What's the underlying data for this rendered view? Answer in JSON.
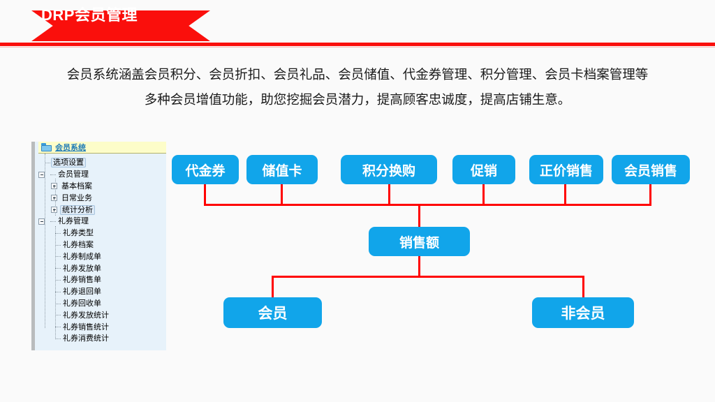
{
  "header": {
    "title": "DRP会员管理",
    "accent_color": "#fa0f0c"
  },
  "intro": {
    "paragraph": "会员系统涵盖会员积分、会员折扣、会员礼品、会员储值、代金券管理、积分管理、会员卡档案管理等多种会员增值功能，助您挖掘会员潜力，提高顾客忠诚度，提高店铺生意。"
  },
  "tree_panel": {
    "header_label": "会员系统",
    "header_icon": "folder-icon",
    "header_bg": "#fdfdc9",
    "body_bg": "#e7f2fa",
    "items": [
      {
        "label": "选项设置",
        "level": 1,
        "expander": "none",
        "selected": true
      },
      {
        "label": "会员管理",
        "level": 0,
        "expander": "minus",
        "selected": false
      },
      {
        "label": "基本档案",
        "level": 1,
        "expander": "plus",
        "selected": false
      },
      {
        "label": "日常业务",
        "level": 1,
        "expander": "plus",
        "selected": false
      },
      {
        "label": "统计分析",
        "level": 1,
        "expander": "plus",
        "selected": true
      },
      {
        "label": "礼券管理",
        "level": 0,
        "expander": "minus",
        "selected": false
      },
      {
        "label": "礼券类型",
        "level": 1,
        "expander": "none",
        "selected": false
      },
      {
        "label": "礼券档案",
        "level": 1,
        "expander": "none",
        "selected": false
      },
      {
        "label": "礼券制成单",
        "level": 1,
        "expander": "none",
        "selected": false
      },
      {
        "label": "礼券发放单",
        "level": 1,
        "expander": "none",
        "selected": false
      },
      {
        "label": "礼券销售单",
        "level": 1,
        "expander": "none",
        "selected": false
      },
      {
        "label": "礼券退回单",
        "level": 1,
        "expander": "none",
        "selected": false
      },
      {
        "label": "礼券回收单",
        "level": 1,
        "expander": "none",
        "selected": false
      },
      {
        "label": "礼券发放统计",
        "level": 1,
        "expander": "none",
        "selected": false
      },
      {
        "label": "礼券销售统计",
        "level": 1,
        "expander": "none",
        "selected": false
      },
      {
        "label": "礼券消费统计",
        "level": 1,
        "expander": "none",
        "selected": false
      }
    ]
  },
  "flowchart": {
    "node_color": "#11a5ea",
    "connector_color": "#ff0000",
    "nodes": {
      "voucher": "代金券",
      "storecard": "储值卡",
      "points": "积分换购",
      "promo": "促销",
      "fullprice": "正价销售",
      "memsale": "会员销售",
      "sales": "销售额",
      "member": "会员",
      "nonmember": "非会员"
    }
  }
}
